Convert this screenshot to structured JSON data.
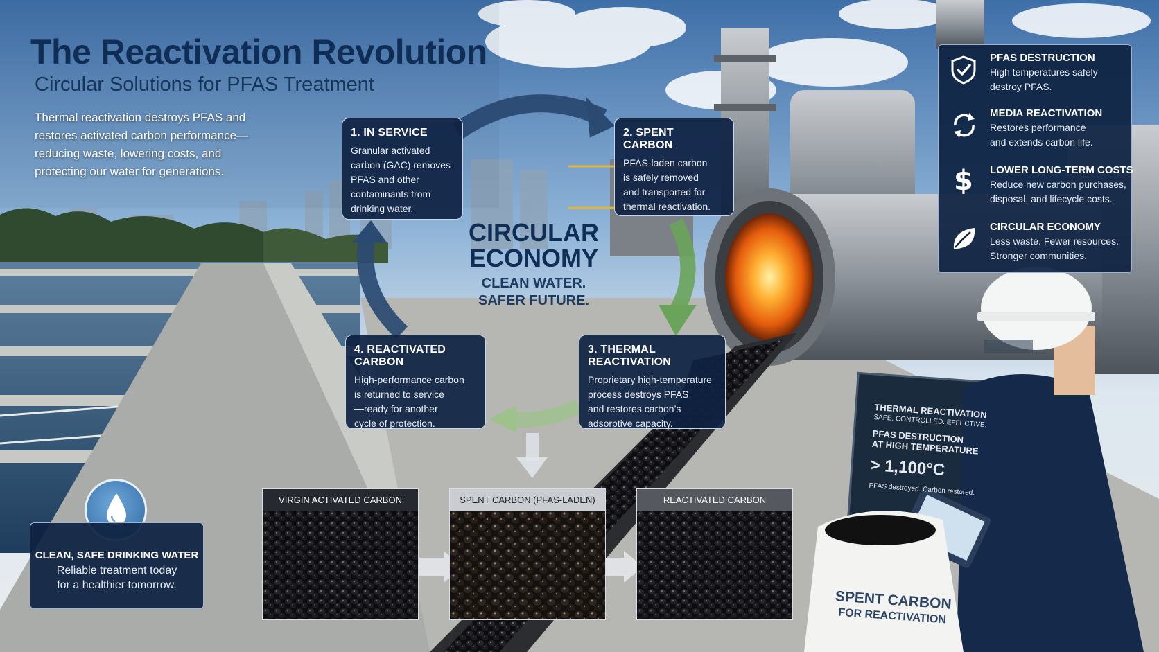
{
  "header": {
    "title": "The Reactivation Revolution",
    "subtitle": "Circular Solutions for PFAS Treatment",
    "intro_lines": [
      "Thermal reactivation destroys PFAS and",
      "restores activated carbon performance—",
      "reducing waste, lowering costs, and",
      "protecting our water for generations."
    ]
  },
  "cycle": {
    "center_title_lines": [
      "CIRCULAR",
      "ECONOMY"
    ],
    "center_tagline_lines": [
      "CLEAN WATER.",
      "SAFER FUTURE."
    ],
    "steps": [
      {
        "title": "1. IN SERVICE",
        "lines": [
          "Granular activated",
          "carbon (GAC) removes",
          "PFAS and other",
          "contaminants from",
          "drinking water."
        ]
      },
      {
        "title": "2. SPENT CARBON",
        "lines": [
          "PFAS-laden carbon",
          "is safely removed",
          "and transported for",
          "thermal reactivation."
        ]
      },
      {
        "title": "3. THERMAL REACTIVATION",
        "lines": [
          "Proprietary high-temperature",
          "process destroys PFAS",
          "and restores carbon’s",
          "adsorptive capacity."
        ]
      },
      {
        "title": "4. REACTIVATED CARBON",
        "lines": [
          "High-performance carbon",
          "is returned to service",
          "—ready for another",
          "cycle of protection."
        ]
      }
    ]
  },
  "benefits": [
    {
      "icon": "shield-check-icon",
      "title": "PFAS DESTRUCTION",
      "lines": [
        "High temperatures safely",
        "destroy PFAS."
      ]
    },
    {
      "icon": "recycle-arrows-icon",
      "title": "MEDIA REACTIVATION",
      "lines": [
        "Restores performance",
        "and extends carbon life."
      ]
    },
    {
      "icon": "dollar-icon",
      "title": "LOWER LONG-TERM COSTS",
      "lines": [
        "Reduce new carbon purchases,",
        "disposal, and lifecycle costs."
      ]
    },
    {
      "icon": "leaf-icon",
      "title": "CIRCULAR ECONOMY",
      "lines": [
        "Less waste. Fewer resources.",
        "Stronger communities."
      ]
    }
  ],
  "water_badge": {
    "icon": "water-drop-icon",
    "title": "CLEAN, SAFE DRINKING WATER",
    "lines": [
      "Reliable treatment today",
      "for a healthier tomorrow."
    ]
  },
  "samples": [
    {
      "label": "VIRGIN ACTIVATED CARBON"
    },
    {
      "label": "SPENT CARBON (PFAS-LADEN)"
    },
    {
      "label": "REACTIVATED CARBON"
    }
  ],
  "sign": {
    "line1": "THERMAL REACTIVATION",
    "line2": "SAFE. CONTROLLED. EFFECTIVE.",
    "line3": "PFAS DESTRUCTION",
    "line4": "AT HIGH TEMPERATURE",
    "temp": "> 1,100°C",
    "footer": "PFAS destroyed. Carbon restored."
  },
  "bag": {
    "line1": "SPENT CARBON",
    "line2": "FOR REACTIVATION"
  },
  "colors": {
    "navy_panel": "#0e2242",
    "arrow_blue": "#2a4a72",
    "arrow_green": "#6aa35a",
    "kiln_fire": "#ff8a1e",
    "title_navy": "#0f2d55"
  }
}
